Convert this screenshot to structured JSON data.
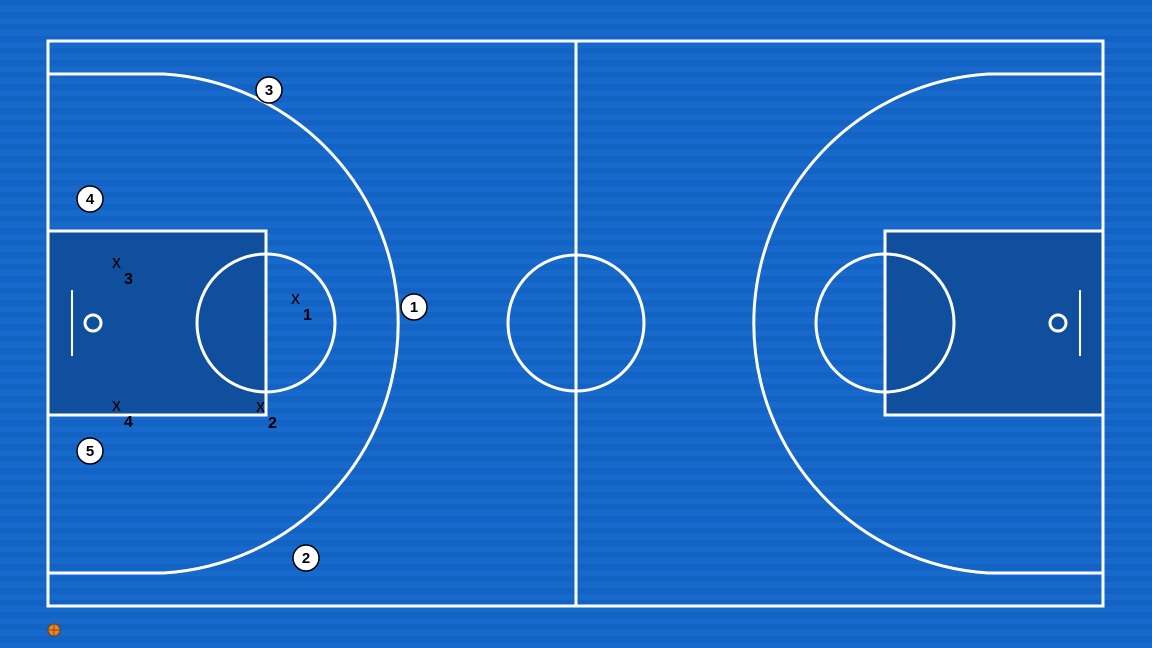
{
  "colors": {
    "court": "#1565c8",
    "paint": "#0f4f9e",
    "lines": "#ffffff",
    "marker_fill": "#ffffff",
    "marker_text": "#000000",
    "logo": "#e8852a"
  },
  "offense": [
    {
      "id": "1",
      "label": "1"
    },
    {
      "id": "2",
      "label": "2"
    },
    {
      "id": "3",
      "label": "3"
    },
    {
      "id": "4",
      "label": "4"
    },
    {
      "id": "5",
      "label": "5"
    }
  ],
  "defense": [
    {
      "id": "1",
      "letter": "x",
      "sub": "1"
    },
    {
      "id": "2",
      "letter": "x",
      "sub": "2"
    },
    {
      "id": "3",
      "letter": "x",
      "sub": "3"
    },
    {
      "id": "4",
      "letter": "x",
      "sub": "4"
    }
  ],
  "logo_icon": "basketball-icon"
}
